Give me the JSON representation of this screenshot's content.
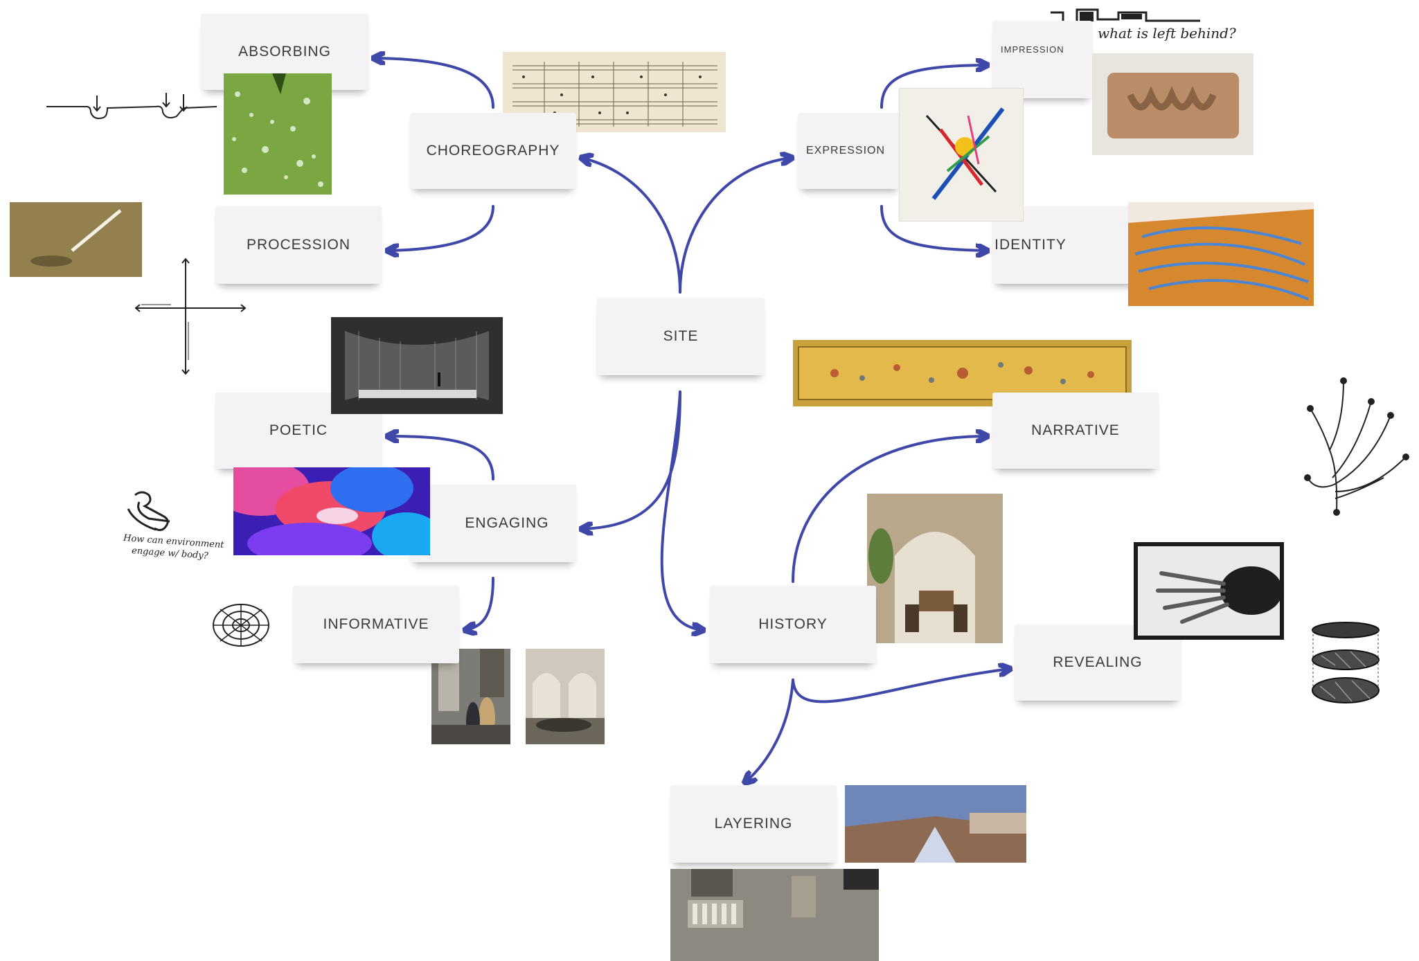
{
  "nodes": {
    "site": "SITE",
    "choreography": "CHOREOGRAPHY",
    "absorbing": "ABSORBING",
    "procession": "PROCESSION",
    "expression": "EXPRESSION",
    "impression": "IMPRESSION",
    "identity": "IDENTITY",
    "engaging": "ENGAGING",
    "poetic": "POETIC",
    "informative": "INFORMATIVE",
    "history": "HISTORY",
    "narrative": "NARRATIVE",
    "revealing": "REVEALING",
    "layering": "LAYERING"
  },
  "notes": {
    "left_behind": "what is left behind?",
    "engage_body_line1": "How can environment",
    "engage_body_line2": "engage w/ body?"
  },
  "colors": {
    "connector": "#3f48a8",
    "card_background": "#f3f3f6",
    "label_text": "#3a3a3a"
  },
  "images": [
    "dance-notation-score",
    "water-droplets-leaf",
    "aerial-field-path",
    "kandinsky-painting",
    "clay-brick-imprint",
    "blue-orange-wave-sculpture",
    "mirrored-tunnel-space",
    "neon-foam-environment",
    "museum-interior-visitors",
    "arched-gallery-interior",
    "painted-tapestry-scroll",
    "italian-villa-interior",
    "x-ray-hand",
    "rooftop-dusk-view",
    "stone-facade-balcony"
  ]
}
